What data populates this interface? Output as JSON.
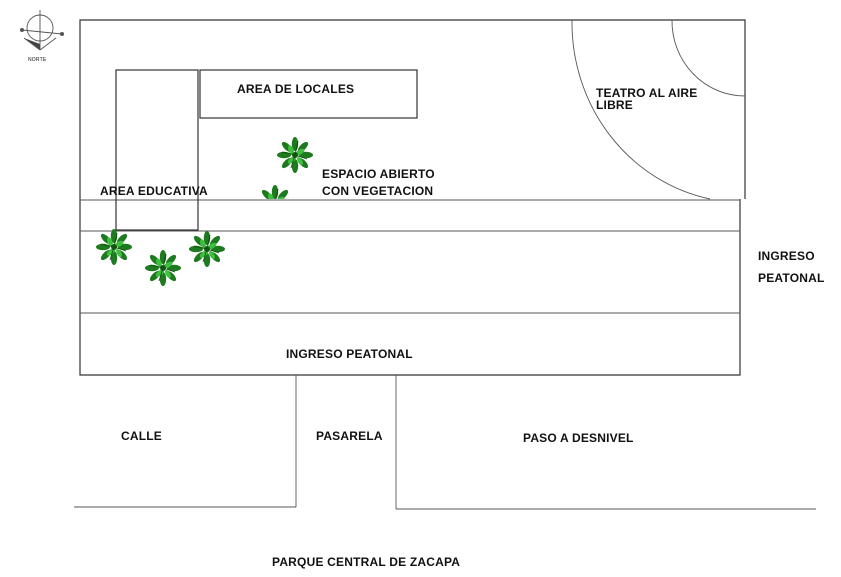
{
  "plan": {
    "north_label": "NORTE",
    "labels": {
      "area_locales": "AREA DE LOCALES",
      "teatro_line1": "TEATRO AL AIRE",
      "teatro_line2": "LIBRE",
      "espacio_line1": "ESPACIO ABIERTO",
      "espacio_line2": "CON VEGETACION",
      "area_educativa": "AREA EDUCATIVA",
      "ingreso_right_line1": "INGRESO",
      "ingreso_right_line2": "PEATONAL",
      "ingreso_bottom": "INGRESO PEATONAL",
      "calle": "CALLE",
      "pasarela": "PASARELA",
      "paso_desnivel": "PASO A DESNIVEL",
      "parque": "PARQUE CENTRAL DE ZACAPA"
    },
    "colors": {
      "lines": "#333333",
      "vegetation_dark": "#1e7a1e",
      "vegetation_light": "#3fbf3f"
    },
    "icons": [
      "north-arrow-icon",
      "plant-icon"
    ]
  }
}
